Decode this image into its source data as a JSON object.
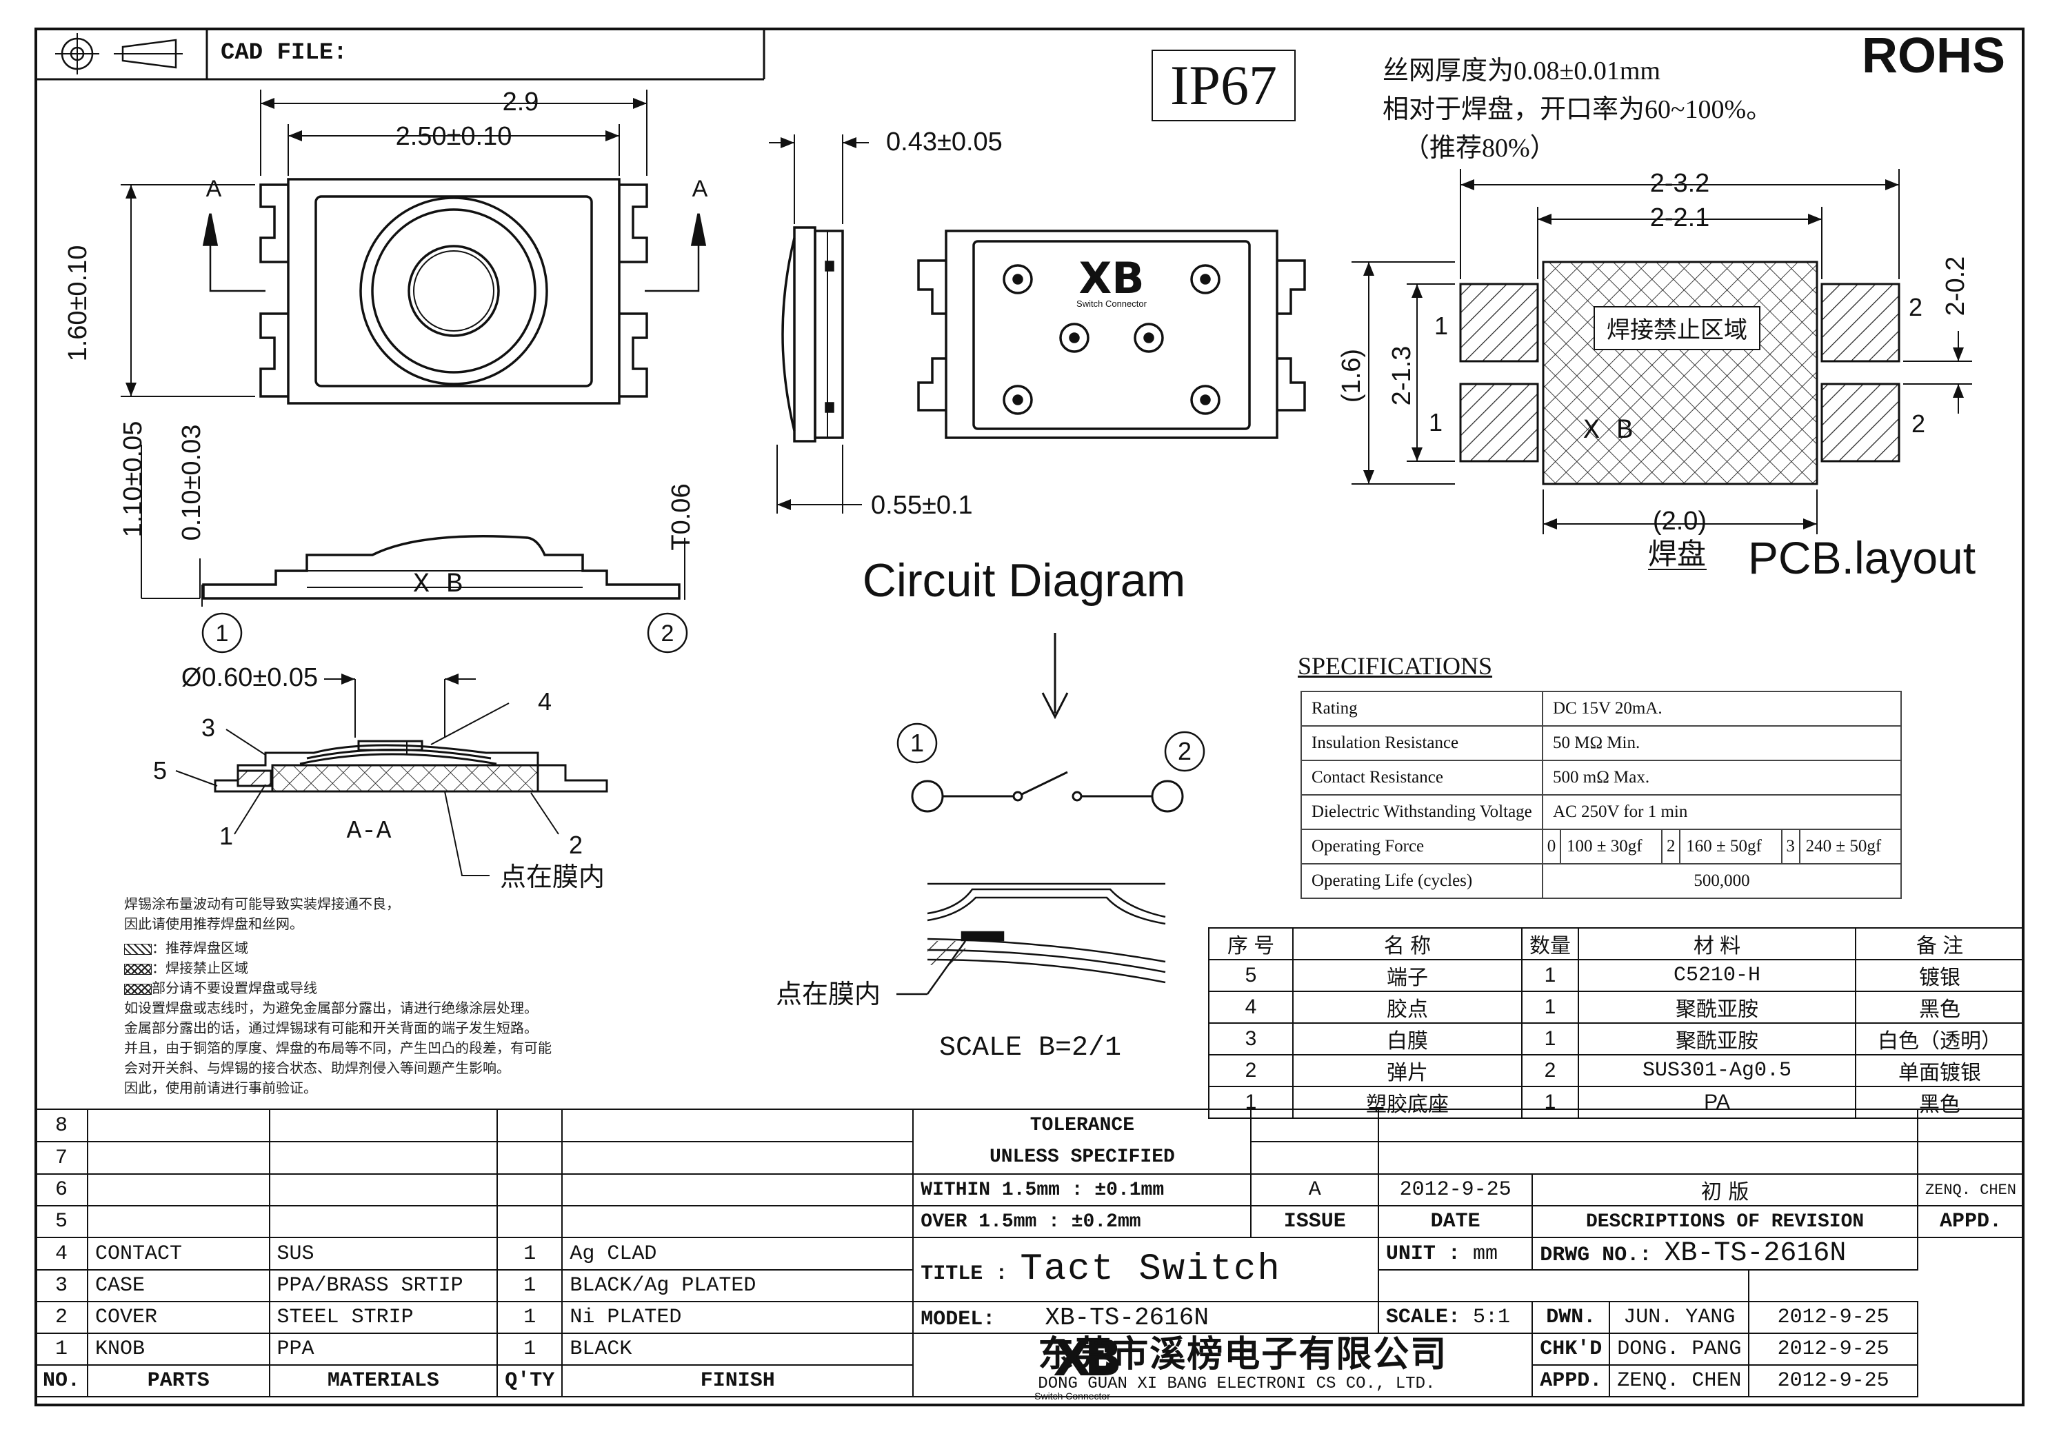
{
  "header": {
    "cad_file_label": "CAD FILE:",
    "ip_rating": "IP67",
    "rohs": "ROHS",
    "screen_note_1": "丝网厚度为0.08±0.01mm",
    "screen_note_2": "相对于焊盘，开口率为60~100%。",
    "screen_note_3": "（推荐80%）"
  },
  "top_view": {
    "dim_width_outer": "2.9",
    "dim_width_inner": "2.50±0.10",
    "dim_height": "1.60±0.10",
    "section_mark": "A"
  },
  "side_view": {
    "dim_thickness": "0.43±0.05",
    "dim_offset": "0.55±0.1"
  },
  "front_view": {
    "dim_height_total": "1.10±0.05",
    "dim_base": "0.10±0.03",
    "dim_terminal": "T0.06",
    "label": "X B",
    "pin1": "1",
    "pin2": "2"
  },
  "section_view": {
    "dim_dot": "Ø0.60±0.05",
    "label": "A-A",
    "callouts": [
      "1",
      "2",
      "3",
      "4",
      "5"
    ],
    "note": "点在膜内"
  },
  "circuit": {
    "title": "Circuit Diagram",
    "pin1": "1",
    "pin2": "2"
  },
  "detail": {
    "note": "点在膜内",
    "scale": "SCALE B=2/1"
  },
  "pcb": {
    "dim_top_outer": "2-3.2",
    "dim_top_inner": "2-2.1",
    "dim_right": "2-0.2",
    "dim_left_outer": "(1.6)",
    "dim_left_inner": "2-1.3",
    "dim_bottom": "(2.0)",
    "keepout_label": "焊接禁止区域",
    "pad_label": "焊盘",
    "layout_label": "PCB.layout",
    "pad_numbers": [
      "1",
      "1",
      "2",
      "2"
    ],
    "xb": "X B"
  },
  "specifications": {
    "title": "SPECIFICATIONS",
    "rows": [
      {
        "label": "Rating",
        "value": "DC 15V 20mA."
      },
      {
        "label": "Insulation Resistance",
        "value": "50 MΩ  Min."
      },
      {
        "label": "Contact Resistance",
        "value": "500 mΩ  Max."
      },
      {
        "label": "Dielectric Withstanding Voltage",
        "value": "AC 250V for 1 min"
      },
      {
        "label": "Operating Life (cycles)",
        "value": "500,000"
      }
    ],
    "force_label": "Operating Force",
    "force_options": [
      {
        "code": "0",
        "value": "100 ± 30gf"
      },
      {
        "code": "2",
        "value": "160 ± 50gf"
      },
      {
        "code": "3",
        "value": "240 ± 50gf"
      }
    ]
  },
  "bom": {
    "headers": [
      "序 号",
      "名  称",
      "数量",
      "材  料",
      "备    注"
    ],
    "rows": [
      [
        "5",
        "端子",
        "1",
        "C5210-H",
        "镀银"
      ],
      [
        "4",
        "胶点",
        "1",
        "聚酰亚胺",
        "黑色"
      ],
      [
        "3",
        "白膜",
        "1",
        "聚酰亚胺",
        "白色（透明）"
      ],
      [
        "2",
        "弹片",
        "2",
        "SUS301-Ag0.5",
        "单面镀银"
      ],
      [
        "1",
        "塑胶底座",
        "1",
        "PA",
        "黑色"
      ]
    ]
  },
  "notes": {
    "lines": [
      "焊锡涂布量波动有可能导致实装焊接通不良，",
      "因此请使用推荐焊盘和丝网。",
      "：推荐焊盘区域",
      "：焊接禁止区域",
      "部分请不要设置焊盘或导线",
      "如设置焊盘或志线时，为避免金属部分露出，请进行绝缘涂层处理。",
      "金属部分露出的话，通过焊锡球有可能和开关背面的端子发生短路。",
      "并且，由于铜箔的厚度、焊盘的布局等不同，产生凹凸的段差，有可能",
      "会对开关斜、与焊锡的接合状态、助焊剂侵入等间题产生影响。",
      "因此，使用前请进行事前验证。"
    ]
  },
  "title_block": {
    "row_numbers": [
      "8",
      "7",
      "6",
      "5",
      "4",
      "3",
      "2",
      "1"
    ],
    "parts": [
      {
        "no": "4",
        "part": "CONTACT",
        "material": "SUS",
        "qty": "1",
        "finish": "Ag CLAD"
      },
      {
        "no": "3",
        "part": "CASE",
        "material": "PPA/BRASS SRTIP",
        "qty": "1",
        "finish": "BLACK/Ag PLATED"
      },
      {
        "no": "2",
        "part": "COVER",
        "material": "STEEL STRIP",
        "qty": "1",
        "finish": "Ni PLATED"
      },
      {
        "no": "1",
        "part": "KNOB",
        "material": "PPA",
        "qty": "1",
        "finish": "BLACK"
      }
    ],
    "headers": {
      "no": "NO.",
      "parts": "PARTS",
      "materials": "MATERIALS",
      "qty": "Q'TY",
      "finish": "FINISH"
    },
    "tolerance": "TOLERANCE",
    "unless": "UNLESS  SPECIFIED",
    "within": "WITHIN 1.5mm : ±0.1mm",
    "over": "OVER 1.5mm : ±0.2mm",
    "issue": "A",
    "issue_date": "2012-9-25",
    "revision": "初  版",
    "rev_appd": "ZENQ. CHEN",
    "issue_label": "ISSUE",
    "date_label": "DATE",
    "desc_label": "DESCRIPTIONS OF REVISION",
    "appd_label": "APPD.",
    "title_label": "TITLE :",
    "title": "Tact Switch",
    "unit_label": "UNIT :",
    "unit": "mm",
    "drwg_label": "DRWG NO.:",
    "drwg_no": "XB-TS-2616N",
    "model_label": "MODEL:",
    "model": "XB-TS-2616N",
    "scale_label": "SCALE:",
    "scale": "5:1",
    "dwn_label": "DWN.",
    "dwn": "JUN. YANG",
    "dwn_date": "2012-9-25",
    "chkd_label": "CHK'D",
    "chkd": "DONG. PANG",
    "chkd_date": "2012-9-25",
    "appd2_label": "APPD.",
    "appd2": "ZENQ. CHEN",
    "appd2_date": "2012-9-25",
    "company_cn": "东莞市溪榜电子有限公司",
    "company_en": "DONG GUAN XI BANG  ELECTRONI CS CO., LTD.",
    "logo_sub": "Switch Connector"
  }
}
